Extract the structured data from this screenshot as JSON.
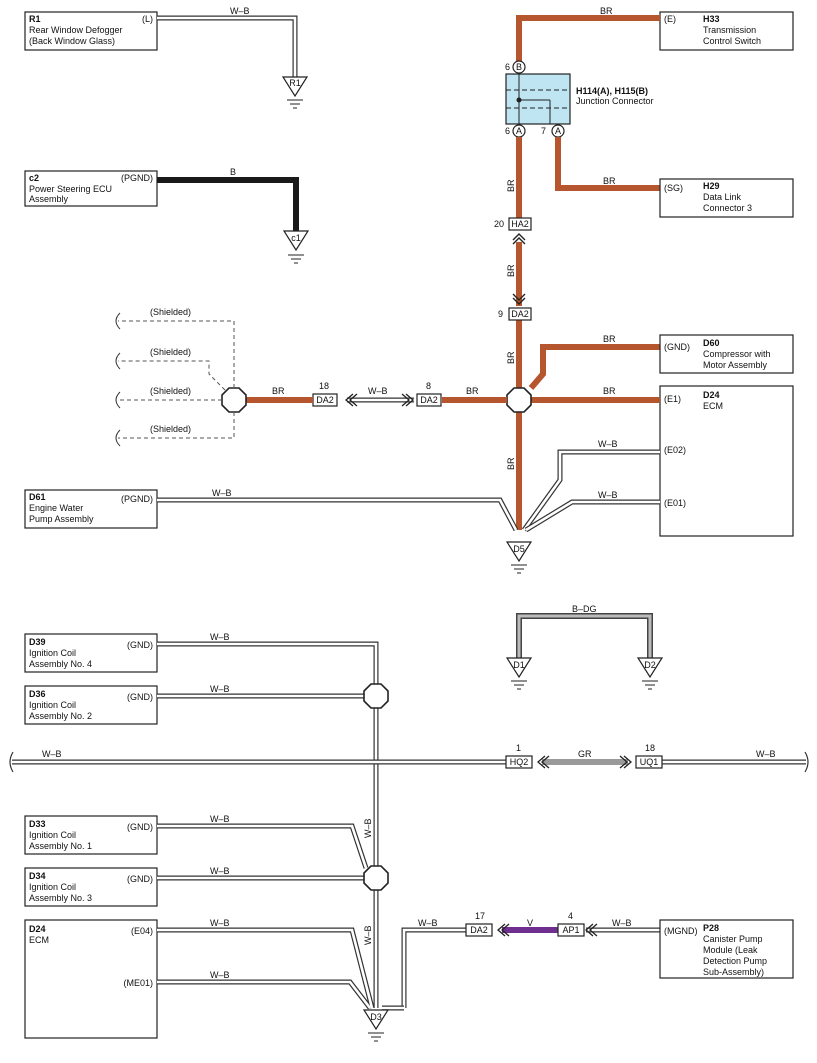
{
  "components": {
    "r1": {
      "code": "R1",
      "name1": "Rear Window Defogger",
      "name2": "(Back Window Glass)",
      "pin": "(L)"
    },
    "c2": {
      "code": "c2",
      "name1": "Power Steering ECU",
      "name2": "Assembly",
      "pin": "(PGND)"
    },
    "h33": {
      "code": "H33",
      "name1": "Transmission",
      "name2": "Control Switch",
      "pin": "(E)"
    },
    "h29": {
      "code": "H29",
      "name1": "Data Link",
      "name2": "Connector 3",
      "pin": "(SG)"
    },
    "d60": {
      "code": "D60",
      "name1": "Compressor with",
      "name2": "Motor Assembly",
      "pin": "(GND)"
    },
    "d24a": {
      "code": "D24",
      "name1": "ECM",
      "pin1": "(E1)",
      "pin2": "(E02)",
      "pin3": "(E01)"
    },
    "d61": {
      "code": "D61",
      "name1": "Engine Water",
      "name2": "Pump Assembly",
      "pin": "(PGND)"
    },
    "d39": {
      "code": "D39",
      "name1": "Ignition Coil",
      "name2": "Assembly No. 4",
      "pin": "(GND)"
    },
    "d36": {
      "code": "D36",
      "name1": "Ignition Coil",
      "name2": "Assembly No. 2",
      "pin": "(GND)"
    },
    "d33": {
      "code": "D33",
      "name1": "Ignition Coil",
      "name2": "Assembly No. 1",
      "pin": "(GND)"
    },
    "d34": {
      "code": "D34",
      "name1": "Ignition Coil",
      "name2": "Assembly No. 3",
      "pin": "(GND)"
    },
    "d24b": {
      "code": "D24",
      "name1": "ECM",
      "pin1": "(E04)",
      "pin2": "(ME01)"
    },
    "p28": {
      "code": "P28",
      "name1": "Canister Pump",
      "name2": "Module (Leak",
      "name3": "Detection Pump",
      "name4": "Sub-Assembly)",
      "pin": "(MGND)"
    }
  },
  "junction": {
    "title": "H114(A), H115(B)",
    "subtitle": "Junction Connector",
    "pin_top": "6",
    "pin_bl": "6",
    "pin_br": "7",
    "letter_b": "B",
    "letter_a": "A"
  },
  "connectors": {
    "ha2": {
      "label": "HA2",
      "pin": "20"
    },
    "da2_top": {
      "label": "DA2",
      "pin": "9"
    },
    "da2_left": {
      "label": "DA2",
      "pin": "18"
    },
    "da2_right": {
      "label": "DA2",
      "pin": "8"
    },
    "hq2": {
      "label": "HQ2",
      "pin": "1"
    },
    "uq1": {
      "label": "UQ1",
      "pin": "18"
    },
    "da2_bottom": {
      "label": "DA2",
      "pin": "17"
    },
    "ap1": {
      "label": "AP1",
      "pin": "4"
    }
  },
  "grounds": {
    "r1": "R1",
    "c1": "c1",
    "d5": "D5",
    "d1": "D1",
    "d2": "D2",
    "d3": "D3"
  },
  "wires": {
    "wb": "W–B",
    "br": "BR",
    "b": "B",
    "bdg": "B–DG",
    "gr": "GR",
    "v": "V"
  },
  "shielded": "(Shielded)"
}
